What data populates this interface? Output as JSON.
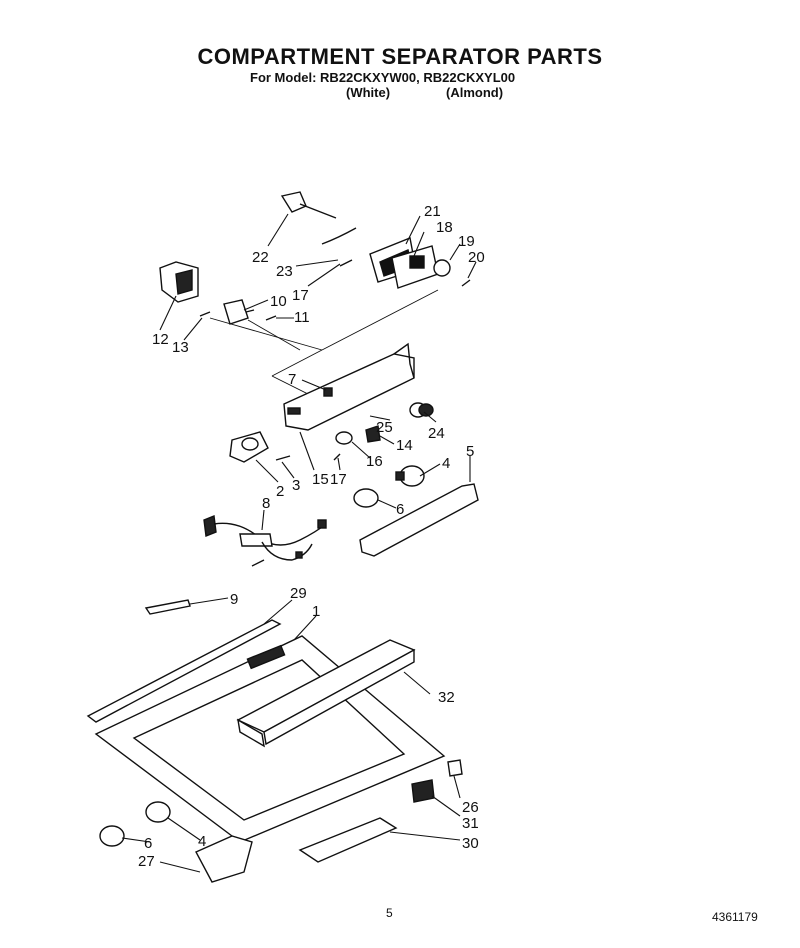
{
  "header": {
    "title": "COMPARTMENT SEPARATOR PARTS",
    "model_line": "For Model: RB22CKXYW00,  RB22CKXYL00",
    "variant_white": "(White)",
    "variant_almond": "(Almond)"
  },
  "callouts": [
    "22",
    "21",
    "18",
    "19",
    "20",
    "23",
    "17",
    "10",
    "11",
    "12",
    "13",
    "7",
    "24",
    "25",
    "14",
    "16",
    "15",
    "17",
    "2",
    "3",
    "4",
    "5",
    "8",
    "6",
    "9",
    "29",
    "1",
    "32",
    "26",
    "31",
    "6",
    "4",
    "27",
    "30"
  ],
  "footer": {
    "page_number": "5",
    "doc_number": "4361179"
  }
}
